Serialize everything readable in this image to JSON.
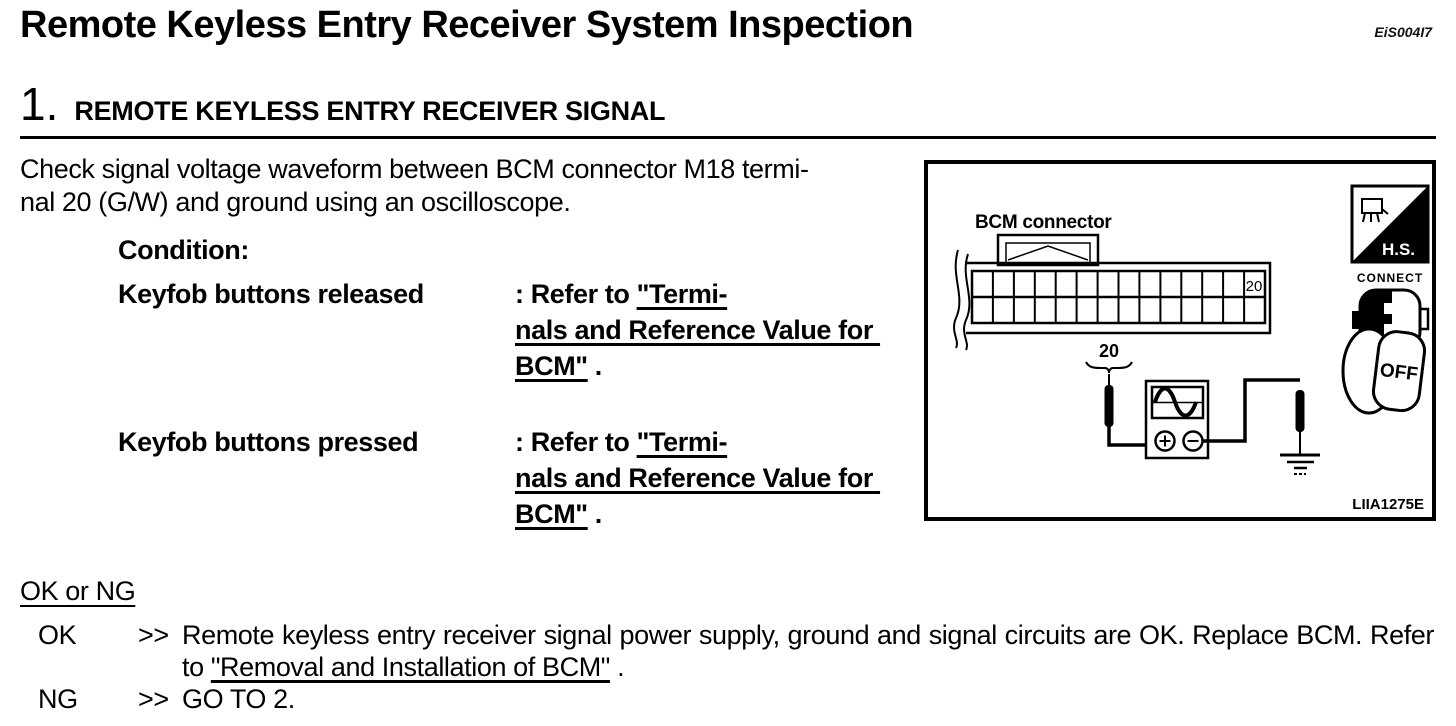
{
  "page": {
    "title": "Remote Keyless Entry Receiver System Inspection",
    "doc_code": "EiS004I7"
  },
  "step1": {
    "number": "1.",
    "heading": "REMOTE KEYLESS ENTRY RECEIVER SIGNAL",
    "intro": "Check signal voltage waveform between BCM connector M18 termi-\nnal 20 (G/W) and ground using an oscilloscope.",
    "condition_label": "Condition:",
    "conditions": [
      {
        "name": "Keyfob buttons released",
        "prefix": ": Refer to ",
        "link": "\"Termi-\nnals and Reference Value for BCM\"",
        "suffix": " ."
      },
      {
        "name": "Keyfob buttons pressed",
        "prefix": ": Refer to ",
        "link": "\"Termi-\nnals and Reference Value for BCM\"",
        "suffix": " ."
      }
    ],
    "figure": {
      "connector_label": "BCM connector",
      "pin_cell": "20",
      "terminal_callout": "20",
      "hs_label": "H.S.",
      "connect_label": "CONNECT",
      "key_label": "OFF",
      "figure_code": "LIIA1275E",
      "icon_names": [
        "hand-tool-icon",
        "connector-plug-icon",
        "ignition-key-off-icon",
        "oscilloscope-icon",
        "ground-icon"
      ],
      "accent_color": "#000000"
    }
  },
  "result": {
    "heading": "OK or NG",
    "rows": [
      {
        "label": "OK",
        "arrow": ">>",
        "text": "Remote keyless entry receiver signal power supply, ground and signal circuits are OK. Replace BCM. Refer to ",
        "link": "\"Removal and Installation of BCM\"",
        "suffix": " ."
      },
      {
        "label": "NG",
        "arrow": ">>",
        "text": "GO TO 2.",
        "link": "",
        "suffix": ""
      }
    ]
  }
}
